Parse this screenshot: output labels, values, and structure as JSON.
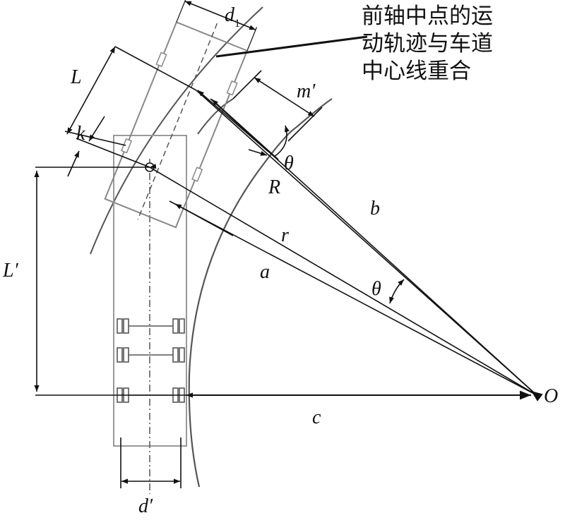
{
  "annotation": {
    "line1": "前轴中点的运",
    "line2": "动轨迹与车道",
    "line3": "中心线重合"
  },
  "labels": {
    "d1_base": "d",
    "d1_sub": "1",
    "L": "L",
    "m_prime": "m′",
    "k": "k",
    "theta_top": "θ",
    "R": "R",
    "b": "b",
    "r": "r",
    "L_prime": "L′",
    "a": "a",
    "theta_bottom": "θ",
    "O": "O",
    "c": "c",
    "d_prime": "d′"
  },
  "colors": {
    "line": "#111111",
    "vehicle_outline": "#8a8a8a",
    "curve": "#555555"
  }
}
